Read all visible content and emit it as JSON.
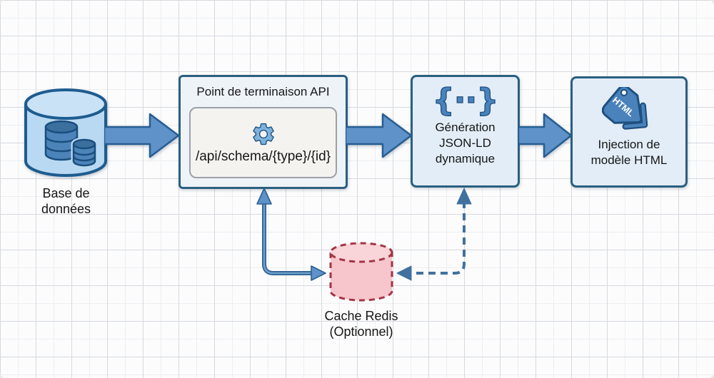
{
  "nodes": {
    "database": {
      "icon": "database-cylinder-icon",
      "label_line1": "Base de",
      "label_line2": "données"
    },
    "api": {
      "title": "Point de terminaison API",
      "icon": "gear-icon",
      "endpoint": "/api/schema/{type}/{id}"
    },
    "jsonld": {
      "icon": "curly-braces-icon",
      "icon_glyph": "{··}",
      "label_line1": "Génération",
      "label_line2": "JSON-LD",
      "label_line3": "dynamique"
    },
    "html": {
      "icon": "html-tag-icon",
      "tag_text": "HTML",
      "label_line1": "Injection de",
      "label_line2": "modèle HTML"
    },
    "cache": {
      "icon": "redis-cylinder-icon",
      "label_line1": "Cache Redis",
      "label_line2": "(Optionnel)"
    }
  },
  "connectors": {
    "db_to_api": "block-arrow-right",
    "api_to_jsonld": "block-arrow-right",
    "jsonld_to_html": "block-arrow-right",
    "api_cache": "solid-elbow-double-arrow",
    "jsonld_cache": "dashed-elbow-double-arrow"
  },
  "colors": {
    "canvas_bg": "#fcfcfd",
    "grid_minor": "#eceef1",
    "grid_major": "#d6d9de",
    "node_border": "#2a5f80",
    "node_fill": "#e3edf7",
    "api_fill": "#eef3f8",
    "endpoint_box_fill": "#f4f3f0",
    "endpoint_box_border": "#9ba1a8",
    "db_fill": "#b9d9f2",
    "db_disk_fill": "#4c84ba",
    "arrow_fill": "#5e92c8",
    "arrow_stroke": "#265e92",
    "connector_core": "#6ea0cc",
    "connector_edge": "#2d6090",
    "connector_dashed": "#40719f",
    "cache_fill": "#f6c6cc",
    "cache_border": "#a53445",
    "icon_blue": "#4a82bc",
    "icon_blue_dark": "#1e5080",
    "gear_fill": "#7eb2da",
    "text": "#161616"
  }
}
